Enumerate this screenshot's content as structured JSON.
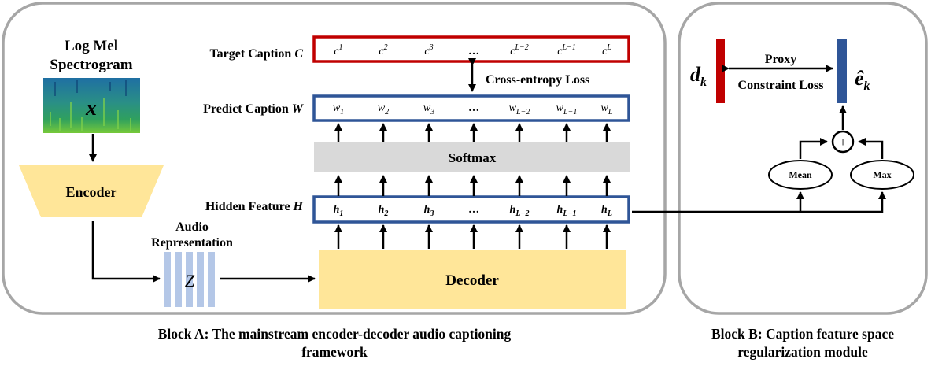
{
  "block_a": {
    "spectrogram_title_line1": "Log Mel",
    "spectrogram_title_line2": "Spectrogram",
    "spectrogram_var": "x",
    "encoder_label": "Encoder",
    "audio_rep_line1": "Audio",
    "audio_rep_line2": "Representation",
    "z_label": "Z",
    "decoder_label": "Decoder",
    "softmax_label": "Softmax",
    "target_caption_label": "Target  Caption ",
    "target_caption_var": "C",
    "predict_caption_label": "Predict  Caption ",
    "predict_caption_var": "W",
    "hidden_feature_label": "Hidden  Feature ",
    "hidden_feature_var": "H",
    "cross_entropy_label": "Cross-entropy Loss",
    "ellipsis": "…",
    "target_tokens": [
      {
        "base": "c",
        "sup": "1"
      },
      {
        "base": "c",
        "sup": "2"
      },
      {
        "base": "c",
        "sup": "3"
      },
      {
        "base": "c",
        "sup": "L−2"
      },
      {
        "base": "c",
        "sup": "L−1"
      },
      {
        "base": "c",
        "sup": "L"
      }
    ],
    "predict_tokens": [
      {
        "base": "w",
        "sub": "1"
      },
      {
        "base": "w",
        "sub": "2"
      },
      {
        "base": "w",
        "sub": "3"
      },
      {
        "base": "w",
        "sub": "L−2"
      },
      {
        "base": "w",
        "sub": "L−1"
      },
      {
        "base": "w",
        "sub": "L"
      }
    ],
    "hidden_tokens": [
      {
        "base": "h",
        "sub": "1"
      },
      {
        "base": "h",
        "sub": "2"
      },
      {
        "base": "h",
        "sub": "3"
      },
      {
        "base": "h",
        "sub": "L−2"
      },
      {
        "base": "h",
        "sub": "L−1"
      },
      {
        "base": "h",
        "sub": "L"
      }
    ],
    "caption_line1": "Block A: The mainstream encoder-decoder audio captioning",
    "caption_line2": "framework"
  },
  "block_b": {
    "d_base": "d",
    "d_sub": "k",
    "e_base": "ê",
    "e_sub": "k",
    "proxy_line1": "Proxy",
    "proxy_line2": "Constraint Loss",
    "plus_symbol": "+",
    "mean_label": "Mean",
    "max_label": "Max",
    "caption_line1": "Block B: Caption feature space",
    "caption_line2": "regularization module"
  },
  "colors": {
    "panel_border": "#a6a6a6",
    "red_box": "#c00000",
    "blue_box": "#2f5597",
    "encoder_fill": "#ffe699",
    "decoder_fill": "#ffe699",
    "softmax_fill": "#d9d9d9",
    "z_stripe": "#b4c7e7",
    "d_bar": "#c00000",
    "e_bar": "#2f5597"
  }
}
